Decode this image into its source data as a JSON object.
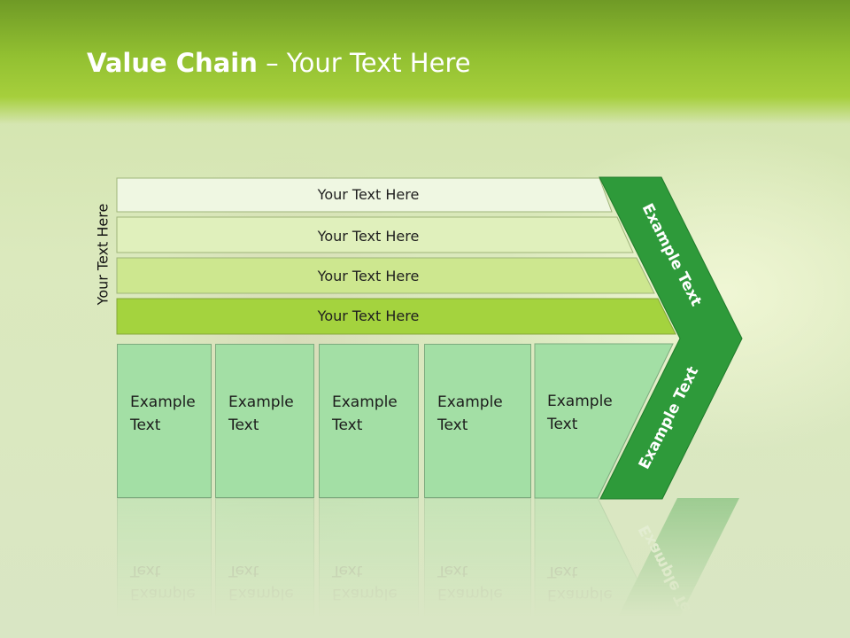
{
  "title": {
    "bold": "Value Chain",
    "rest": " – Your Text Here"
  },
  "side_label": "Your Text Here",
  "rows": [
    {
      "label": "Your Text Here",
      "color": "#eff7e2"
    },
    {
      "label": "Your Text Here",
      "color": "#e0f0bc"
    },
    {
      "label": "Your Text Here",
      "color": "#cde78f"
    },
    {
      "label": "Your Text Here",
      "color": "#a4d33e"
    }
  ],
  "boxes": [
    {
      "label": "Example Text"
    },
    {
      "label": "Example Text"
    },
    {
      "label": "Example Text"
    },
    {
      "label": "Example Text"
    },
    {
      "label": "Example Text"
    }
  ],
  "chevron": {
    "upper_label": "Example Text",
    "lower_label": "Example Text",
    "color": "#2e9a3a"
  }
}
